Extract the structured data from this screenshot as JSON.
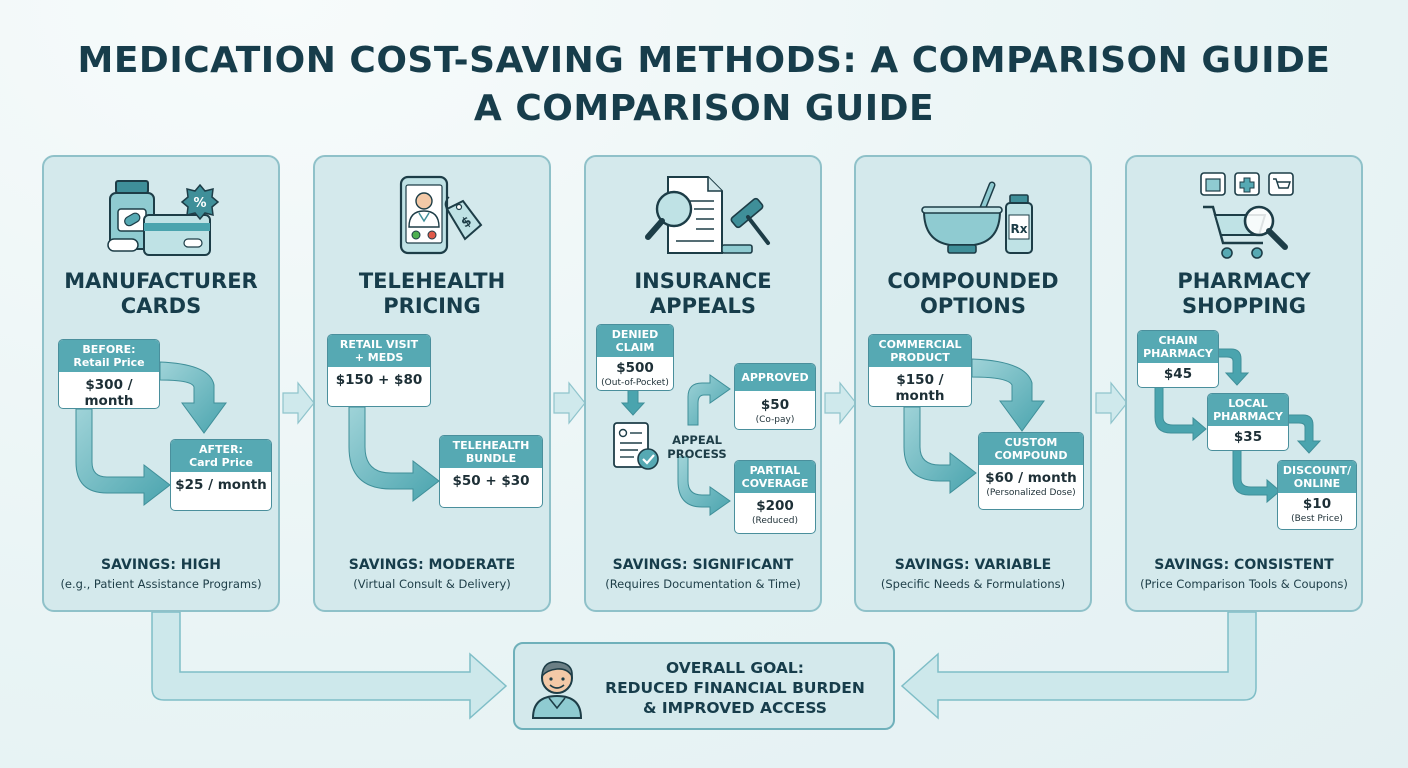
{
  "title_line1": "MEDICATION COST-SAVING METHODS: A COMPARISON GUIDE",
  "title_line2": "A COMPARISON GUIDE",
  "panels": [
    {
      "title": [
        "MANUFACTURER",
        "CARDS"
      ],
      "icon": "pill-bottle-card-icon",
      "savings": "SAVINGS: HIGH",
      "note": "(e.g., Patient Assistance Programs)",
      "before": {
        "header": [
          "BEFORE:",
          "Retail Price"
        ],
        "value": "$300 / month"
      },
      "after": {
        "header": [
          "AFTER:",
          "Card Price"
        ],
        "value": "$25 / month"
      }
    },
    {
      "title": [
        "TELEHEALTH",
        "PRICING"
      ],
      "icon": "phone-doctor-price-tag-icon",
      "savings": "SAVINGS: MODERATE",
      "note": "(Virtual Consult & Delivery)",
      "before": {
        "header": [
          "RETAIL VISIT",
          "+ MEDS"
        ],
        "value": "$150 + $80"
      },
      "after": {
        "header": [
          "TELEHEALTH",
          "BUNDLE"
        ],
        "value": "$50 + $30"
      }
    },
    {
      "title": [
        "INSURANCE",
        "APPEALS"
      ],
      "icon": "document-magnifier-gavel-icon",
      "savings": "SAVINGS: SIGNIFICANT",
      "note": "(Requires Documentation & Time)",
      "denied": {
        "header": [
          "DENIED",
          "CLAIM"
        ],
        "value": "$500",
        "sub": "(Out-of-Pocket)"
      },
      "process": [
        "APPEAL",
        "PROCESS"
      ],
      "approved": {
        "header": [
          "APPROVED"
        ],
        "value": "$50",
        "sub": "(Co-pay)"
      },
      "partial": {
        "header": [
          "PARTIAL",
          "COVERAGE"
        ],
        "value": "$200",
        "sub": "(Reduced)"
      }
    },
    {
      "title": [
        "COMPOUNDED",
        "OPTIONS"
      ],
      "icon": "mortar-pestle-rx-icon",
      "savings": "SAVINGS: VARIABLE",
      "note": "(Specific Needs & Formulations)",
      "before": {
        "header": [
          "COMMERCIAL",
          "PRODUCT"
        ],
        "value": "$150 / month"
      },
      "after": {
        "header": [
          "CUSTOM",
          "COMPOUND"
        ],
        "value": "$60 / month",
        "sub": "(Personalized Dose)"
      }
    },
    {
      "title": [
        "PHARMACY",
        "SHOPPING"
      ],
      "icon": "cart-magnifier-store-icon",
      "savings": "SAVINGS: CONSISTENT",
      "note": "(Price Comparison Tools & Coupons)",
      "chain": {
        "header": [
          "CHAIN",
          "PHARMACY"
        ],
        "value": "$45"
      },
      "local": {
        "header": [
          "LOCAL",
          "PHARMACY"
        ],
        "value": "$35"
      },
      "discount": {
        "header": [
          "DISCOUNT/",
          "ONLINE"
        ],
        "value": "$10",
        "sub": "(Best Price)"
      }
    }
  ],
  "goal": {
    "lines": [
      "OVERALL GOAL:",
      "REDUCED FINANCIAL BURDEN",
      "& IMPROVED ACCESS"
    ],
    "icon": "person-avatar-icon"
  },
  "colors": {
    "accent": "#56a9b3",
    "arrow": "#62b6bf",
    "dark": "#173d4b",
    "panel": "#d4e9ec"
  }
}
